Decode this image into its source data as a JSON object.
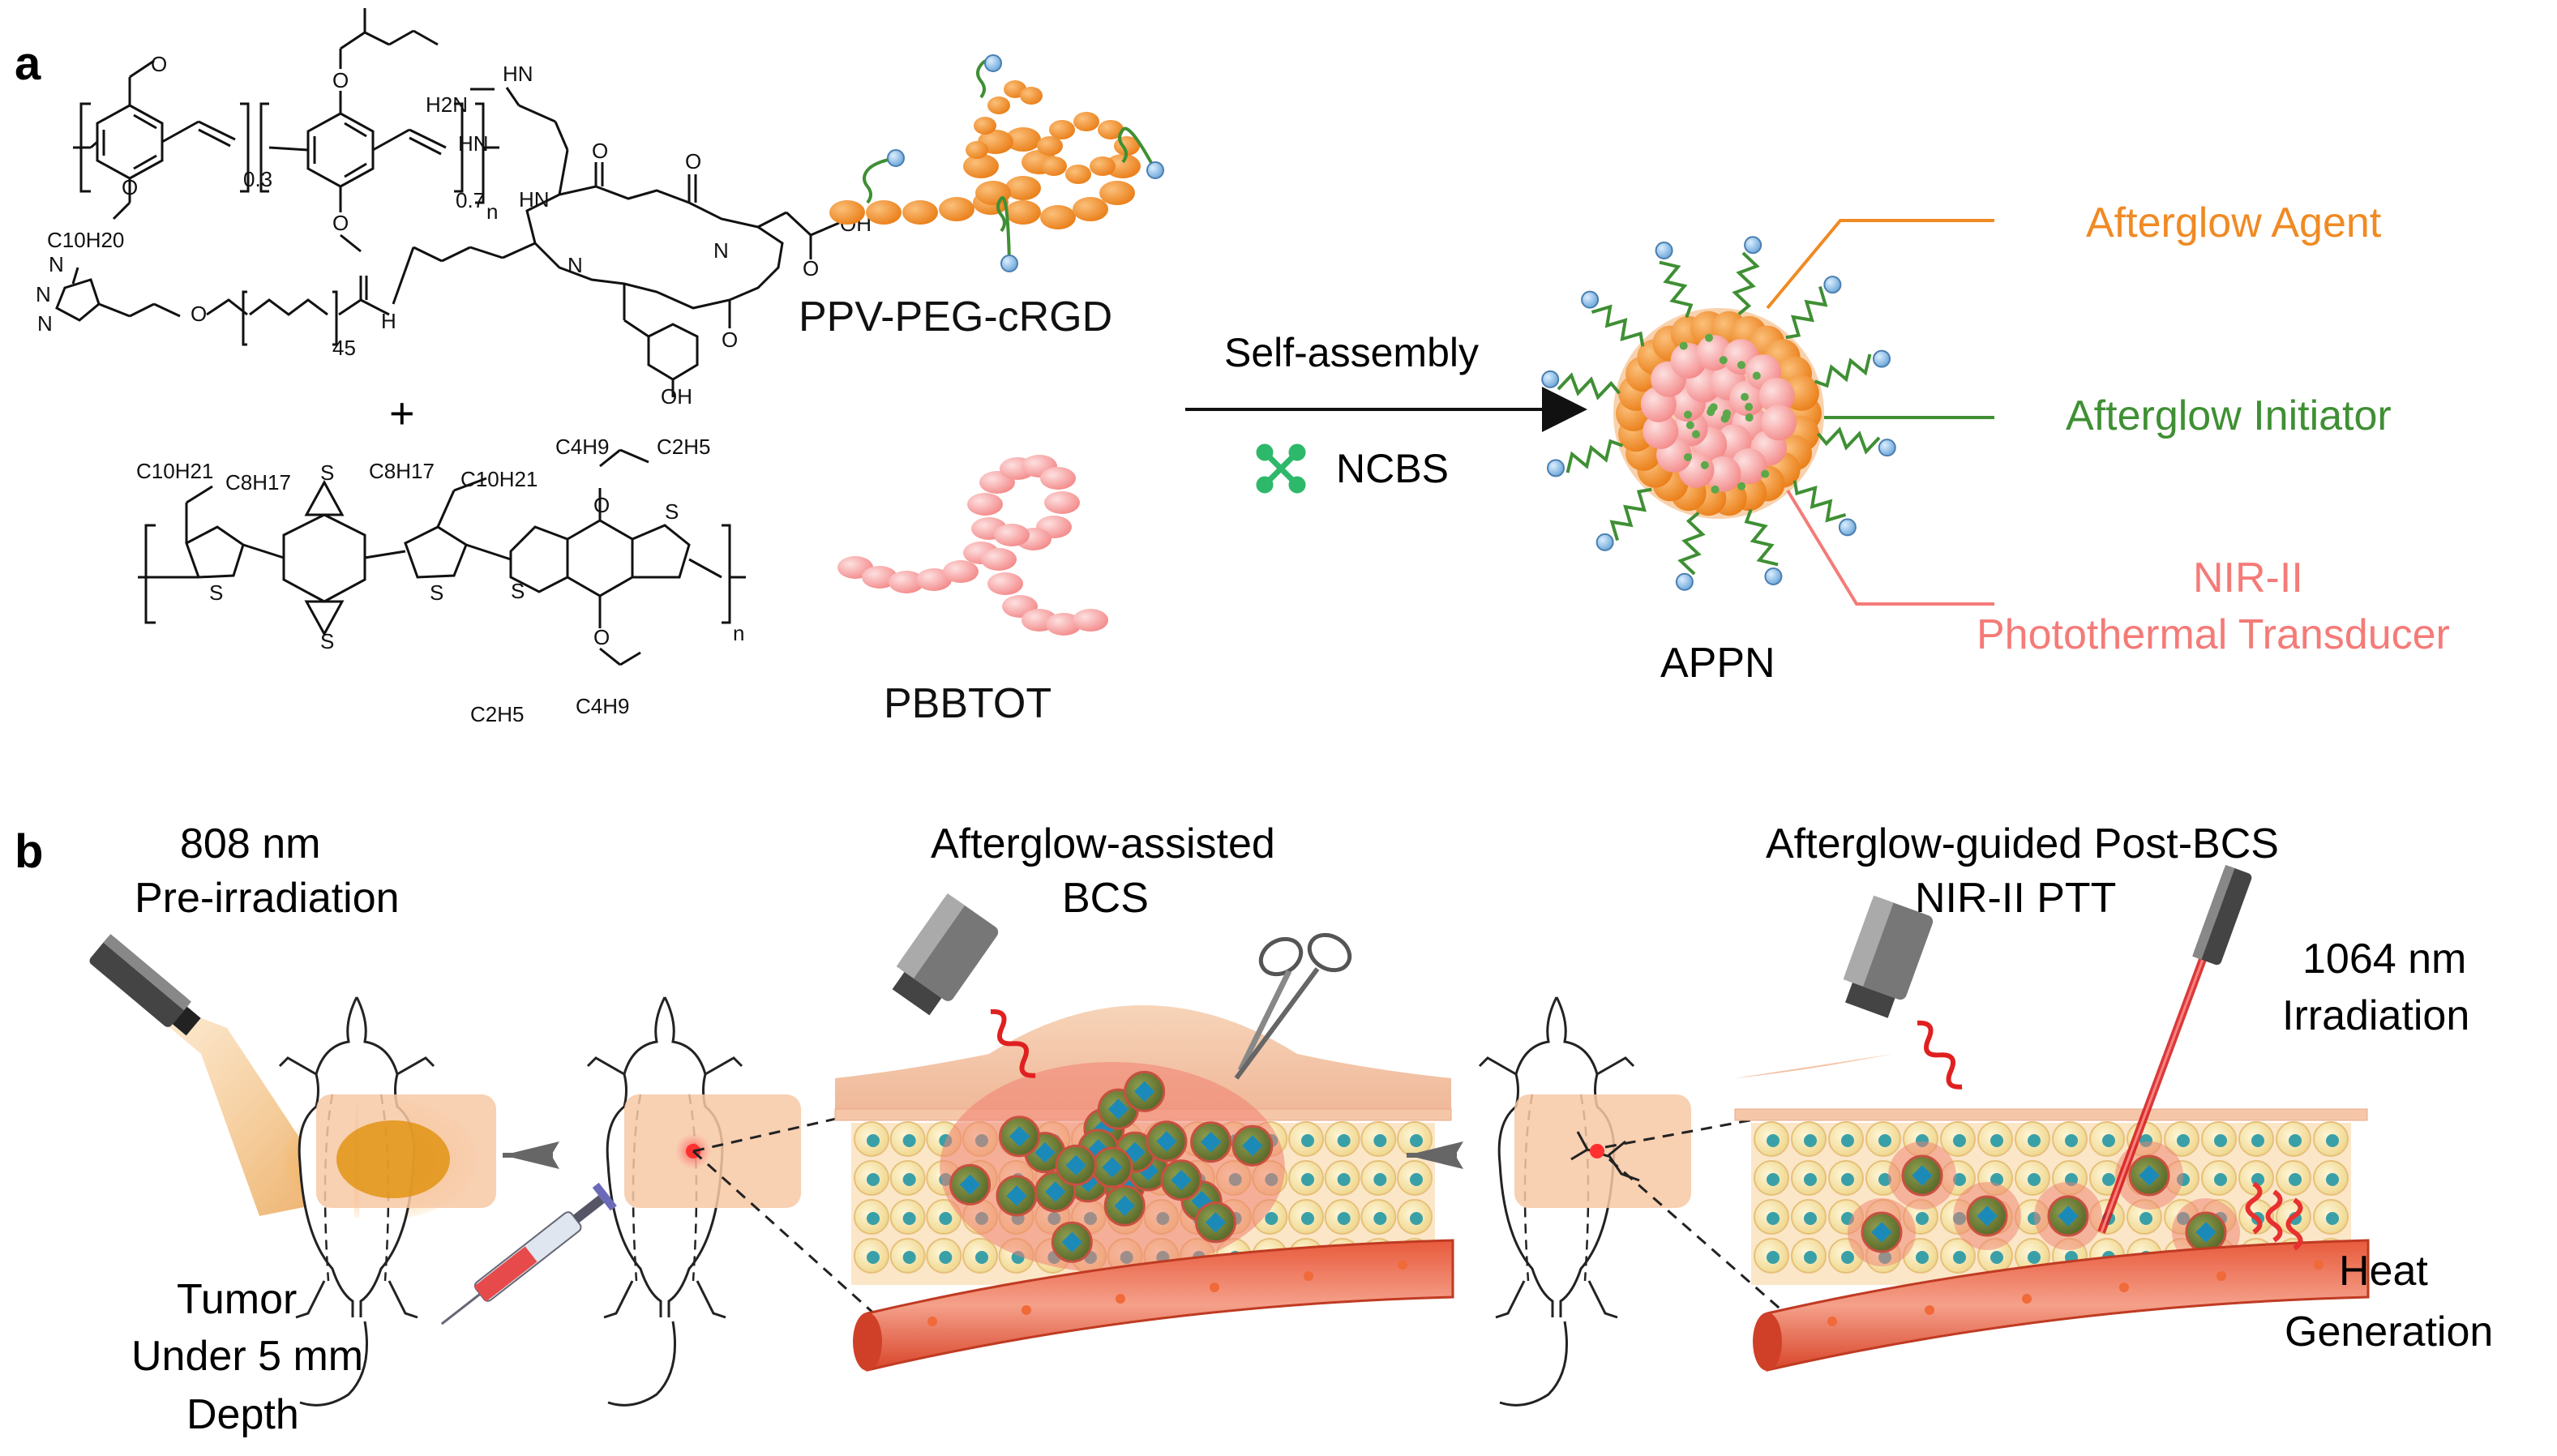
{
  "panel_a": {
    "label": "a",
    "chem_labels": {
      "subscript_03": "0.3",
      "subscript_07": "0.7",
      "subscript_n": "n",
      "c10h20": "C10H20",
      "peg_45": "45",
      "c10h21": "C10H21",
      "c8h17": "C8H17",
      "c4h9": "C4H9",
      "c2h5": "C2H5",
      "nh2": "H2N",
      "hn": "HN",
      "oh": "OH",
      "s": "S",
      "n": "N",
      "o": "O",
      "h": "H"
    },
    "plus": "+",
    "polymer1_name": "PPV-PEG-cRGD",
    "polymer2_name": "PBBTOT",
    "arrow_top": "Self-assembly",
    "arrow_bottom": "NCBS",
    "product_name": "APPN",
    "callouts": {
      "afterglow_agent": "Afterglow Agent",
      "afterglow_initiator": "Afterglow Initiator",
      "nir_line1": "NIR-II",
      "nir_line2": "Photothermal Transducer"
    },
    "colors": {
      "orange": "#f08a24",
      "green": "#3f8f34",
      "pink": "#f47b78",
      "ncbs": "#2db86a",
      "blue_dot": "#7cb7e6"
    }
  },
  "panel_b": {
    "label": "b",
    "step1_line1": "808 nm",
    "step1_line2": "Pre-irradiation",
    "tumor_line1": "Tumor",
    "tumor_line2": "Under 5 mm",
    "tumor_line3": "Depth",
    "step2_line1": "Afterglow-assisted",
    "step2_line2": "BCS",
    "step3_line1": "Afterglow-guided Post-BCS",
    "step3_line2": "NIR-II PTT",
    "laser_line1": "1064 nm",
    "laser_line2": "Irradiation",
    "heat_line1": "Heat",
    "heat_line2": "Generation"
  }
}
